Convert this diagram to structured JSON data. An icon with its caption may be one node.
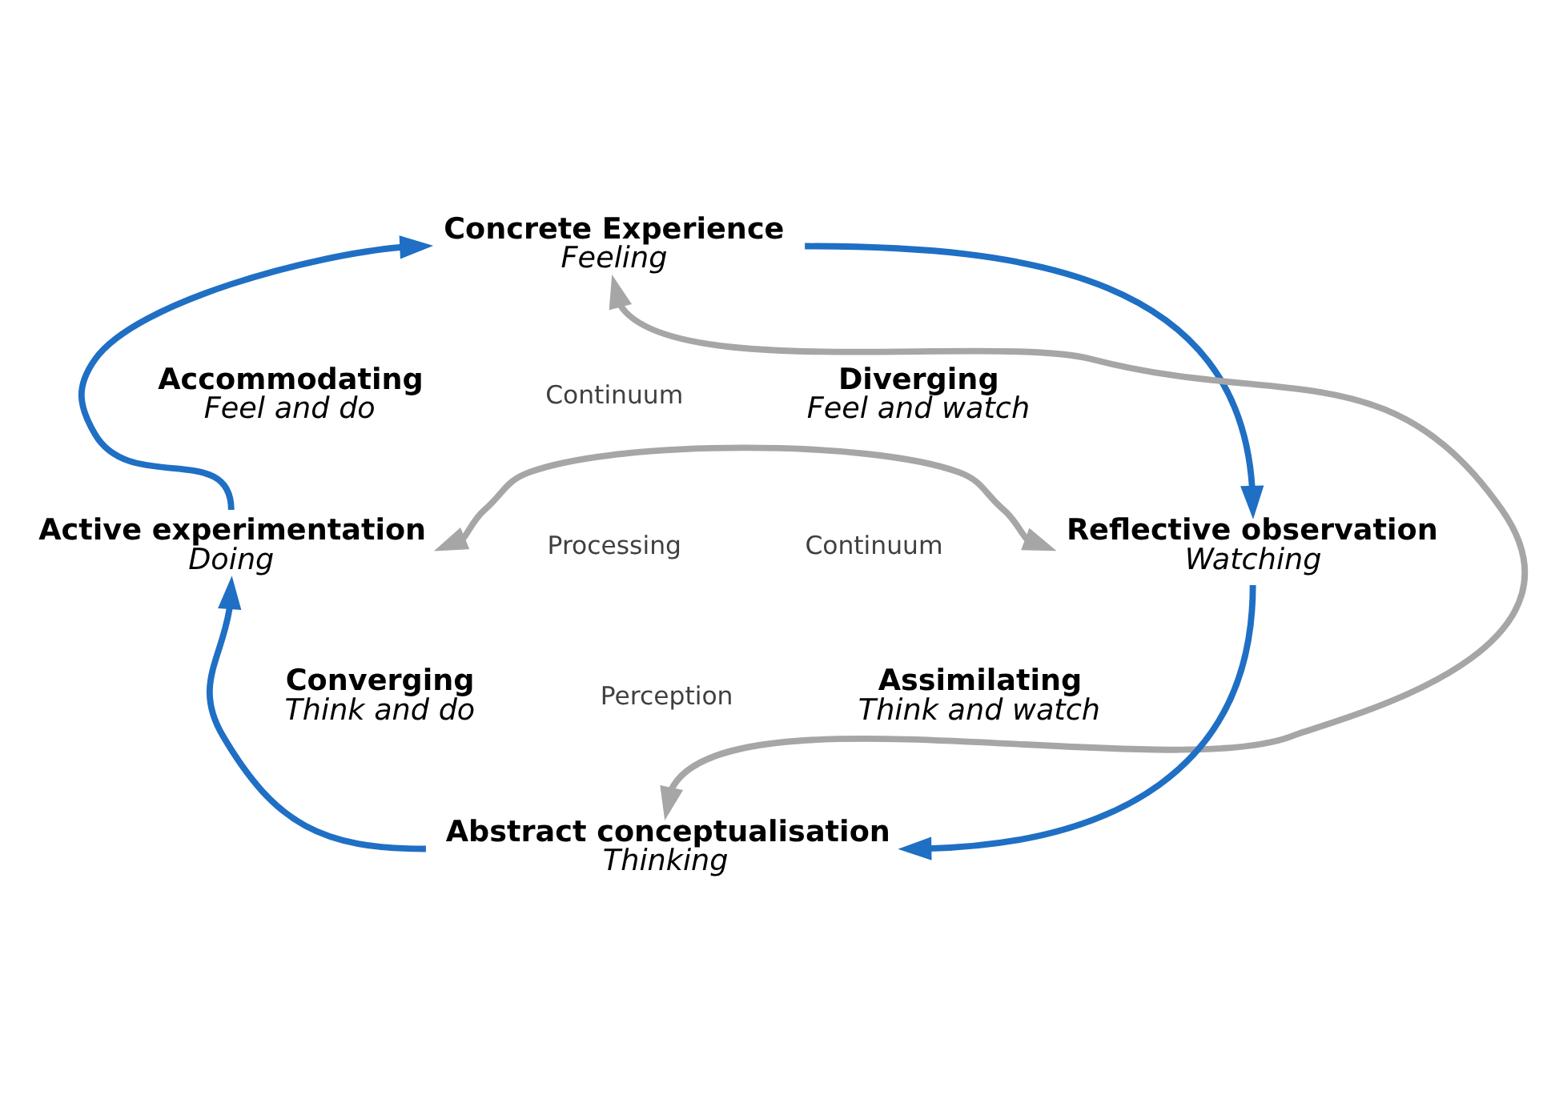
{
  "diagram": {
    "nodes": [
      {
        "text": [
          "Concrete Experience",
          "Feeling"
        ]
      },
      {
        "text": [
          "Accommodating",
          "Feel and do"
        ]
      },
      {
        "text": [
          "Diverging",
          "Feel and watch"
        ]
      },
      {
        "text": [
          "Active experimentation",
          "Doing"
        ]
      },
      {
        "text": [
          "Reflective observation",
          "Watching"
        ]
      },
      {
        "text": [
          "Converging",
          "Think and do"
        ]
      },
      {
        "text": [
          "Assimilating",
          "Think and watch"
        ]
      },
      {
        "text": [
          "Abstract conceptualisation",
          "Thinking"
        ]
      }
    ],
    "edges": [
      {
        "from": 3,
        "to": 0,
        "arrow": "to"
      },
      {
        "from": 0,
        "to": 4,
        "arrow": "to"
      },
      {
        "from": 4,
        "to": 7,
        "arrow": "to"
      },
      {
        "from": 7,
        "to": 3,
        "arrow": "to"
      },
      {
        "from": 0,
        "to": 7,
        "arrow": "both",
        "color": "#a6a6a6"
      },
      {
        "from": 3,
        "to": 4,
        "arrow": "both",
        "color": "#a6a6a6"
      }
    ],
    "labels": [
      "Continuum",
      "Processing",
      "Continuum",
      "Perception"
    ]
  }
}
